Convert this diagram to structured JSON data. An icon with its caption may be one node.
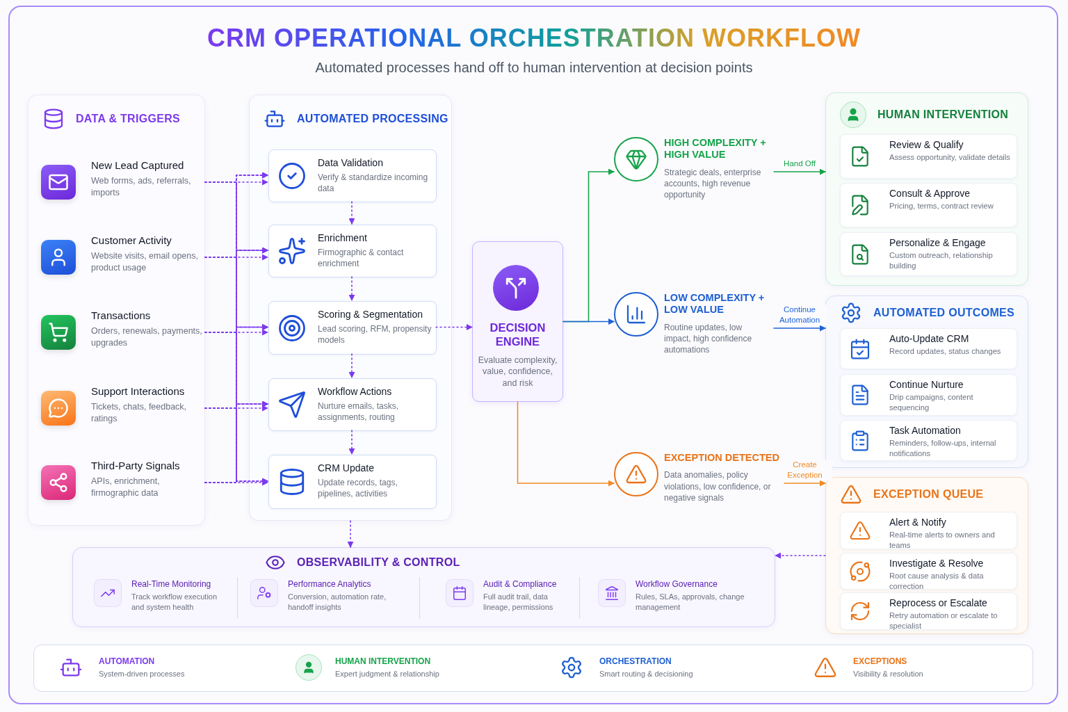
{
  "diagram": {
    "title": "CRM OPERATIONAL ORCHESTRATION WORKFLOW",
    "nodes": [
      {
        "text": [
          "DATA & TRIGGERS"
        ]
      },
      {
        "text": [
          "New Lead Captured",
          "Web forms, ads, referrals, imports"
        ],
        "in": 0
      },
      {
        "text": [
          "Customer Activity",
          "Website visits, email opens, product usage"
        ],
        "in": 0
      },
      {
        "text": [
          "Transactions",
          "Orders, renewals, payments, upgrades"
        ],
        "in": 0
      },
      {
        "text": [
          "Support Interactions",
          "Tickets, chats, feedback, ratings"
        ],
        "in": 0
      },
      {
        "text": [
          "Third-Party Signals",
          "APIs, enrichment, firmographic data"
        ],
        "in": 0
      },
      {
        "text": [
          "AUTOMATED PROCESSING"
        ]
      },
      {
        "text": [
          "Data Validation",
          "Verify & standardize incoming data"
        ],
        "in": 6
      },
      {
        "text": [
          "Enrichment",
          "Firmographic & contact enrichment"
        ],
        "in": 6
      },
      {
        "text": [
          "Scoring & Segmentation",
          "Lead scoring, RFM, propensity models"
        ],
        "in": 6
      },
      {
        "text": [
          "Workflow Actions",
          "Nurture emails, tasks, assignments, routing"
        ],
        "in": 6
      },
      {
        "text": [
          "CRM Update",
          "Update records, tags, pipelines, activities"
        ],
        "in": 6
      },
      {
        "text": [
          "DECISION ENGINE",
          "Evaluate complexity, value, confidence, and risk"
        ]
      },
      {
        "text": [
          "HIGH COMPLEXITY + HIGH VALUE",
          "Strategic deals, enterprise accounts, high revenue opportunity"
        ]
      },
      {
        "text": [
          "LOW COMPLEXITY + LOW VALUE",
          "Routine updates, low impact, high confidence automations"
        ]
      },
      {
        "text": [
          "EXCEPTION DETECTED",
          "Data anomalies, policy violations, low confidence, or negative signals"
        ]
      },
      {
        "text": [
          "HUMAN INTERVENTION"
        ]
      },
      {
        "text": [
          "Review & Qualify",
          "Assess opportunity, validate details"
        ],
        "in": 16
      },
      {
        "text": [
          "Consult & Approve",
          "Pricing, terms, contract review"
        ],
        "in": 16
      },
      {
        "text": [
          "Personalize & Engage",
          "Custom outreach, relationship building"
        ],
        "in": 16
      },
      {
        "text": [
          "AUTOMATED OUTCOMES"
        ]
      },
      {
        "text": [
          "Auto-Update CRM",
          "Record updates, status changes"
        ],
        "in": 20
      },
      {
        "text": [
          "Continue Nurture",
          "Drip campaigns, content sequencing"
        ],
        "in": 20
      },
      {
        "text": [
          "Task Automation",
          "Reminders, follow-ups, internal notifications"
        ],
        "in": 20
      },
      {
        "text": [
          "EXCEPTION QUEUE"
        ]
      },
      {
        "text": [
          "Alert & Notify",
          "Real-time alerts to owners and teams"
        ],
        "in": 24
      },
      {
        "text": [
          "Investigate & Resolve",
          "Root cause analysis & data correction"
        ],
        "in": 24
      },
      {
        "text": [
          "Reprocess or Escalate",
          "Retry automation or escalate to specialist"
        ],
        "in": 24
      },
      {
        "text": [
          "OBSERVABILITY & CONTROL"
        ]
      },
      {
        "text": [
          "Real-Time Monitoring",
          "Track workflow execution and system health"
        ],
        "in": 28
      },
      {
        "text": [
          "Performance Analytics",
          "Conversion, automation rate, handoff insights"
        ],
        "in": 28
      },
      {
        "text": [
          "Audit & Compliance",
          "Full audit trail, data lineage, permissions"
        ],
        "in": 28
      },
      {
        "text": [
          "Workflow Governance",
          "Rules, SLAs, approvals, change management"
        ],
        "in": 28
      }
    ],
    "edges": [
      {
        "from": 1,
        "to": 7,
        "arrow": "to",
        "style": "dashed"
      },
      {
        "from": 1,
        "to": 8,
        "arrow": "to",
        "style": "dashed"
      },
      {
        "from": 1,
        "to": 9,
        "arrow": "to",
        "style": "dashed"
      },
      {
        "from": 1,
        "to": 10,
        "arrow": "to",
        "style": "dashed"
      },
      {
        "from": 1,
        "to": 11,
        "arrow": "to",
        "style": "dashed"
      },
      {
        "from": 2,
        "to": 7,
        "arrow": "to",
        "style": "dashed"
      },
      {
        "from": 2,
        "to": 8,
        "arrow": "to",
        "style": "dashed"
      },
      {
        "from": 2,
        "to": 9,
        "arrow": "to",
        "style": "dashed"
      },
      {
        "from": 2,
        "to": 10,
        "arrow": "to",
        "style": "dashed"
      },
      {
        "from": 2,
        "to": 11,
        "arrow": "to",
        "style": "dashed"
      },
      {
        "from": 3,
        "to": 7,
        "arrow": "to",
        "style": "dashed"
      },
      {
        "from": 3,
        "to": 8,
        "arrow": "to",
        "style": "dashed"
      },
      {
        "from": 3,
        "to": 9,
        "arrow": "to",
        "style": "dashed"
      },
      {
        "from": 3,
        "to": 10,
        "arrow": "to",
        "style": "dashed"
      },
      {
        "from": 3,
        "to": 11,
        "arrow": "to",
        "style": "dashed"
      },
      {
        "from": 4,
        "to": 7,
        "arrow": "to",
        "style": "dashed"
      },
      {
        "from": 4,
        "to": 8,
        "arrow": "to",
        "style": "dashed"
      },
      {
        "from": 4,
        "to": 9,
        "arrow": "to",
        "style": "dashed"
      },
      {
        "from": 4,
        "to": 10,
        "arrow": "to",
        "style": "dashed"
      },
      {
        "from": 4,
        "to": 11,
        "arrow": "to",
        "style": "dashed"
      },
      {
        "from": 5,
        "to": 7,
        "arrow": "to",
        "style": "dashed"
      },
      {
        "from": 5,
        "to": 8,
        "arrow": "to",
        "style": "dashed"
      },
      {
        "from": 5,
        "to": 9,
        "arrow": "to",
        "style": "dashed"
      },
      {
        "from": 5,
        "to": 10,
        "arrow": "to",
        "style": "dashed"
      },
      {
        "from": 5,
        "to": 11,
        "arrow": "to",
        "style": "dashed"
      },
      {
        "from": 7,
        "to": 8,
        "arrow": "to",
        "style": "dashed"
      },
      {
        "from": 8,
        "to": 9,
        "arrow": "to",
        "style": "dashed"
      },
      {
        "from": 9,
        "to": 10,
        "arrow": "to",
        "style": "dashed"
      },
      {
        "from": 10,
        "to": 11,
        "arrow": "to",
        "style": "dashed"
      },
      {
        "from": 9,
        "to": 12,
        "arrow": "to",
        "style": "dashed"
      },
      {
        "from": 12,
        "to": 13,
        "arrow": "to",
        "color": "#16a34a"
      },
      {
        "from": 12,
        "to": 14,
        "arrow": "to",
        "color": "#1d63d8"
      },
      {
        "from": 12,
        "to": 15,
        "arrow": "to",
        "color": "#f08a24"
      },
      {
        "from": 13,
        "to": 16,
        "arrow": "to",
        "label": "Hand Off",
        "color": "#16a34a"
      },
      {
        "from": 14,
        "to": 20,
        "arrow": "to",
        "label": "Continue Automation",
        "color": "#1d63d8"
      },
      {
        "from": 15,
        "to": 24,
        "arrow": "to",
        "label": "Create Exception",
        "color": "#f08a24"
      },
      {
        "from": 6,
        "to": 28,
        "arrow": "to",
        "style": "dashed"
      },
      {
        "from": 24,
        "to": 28,
        "arrow": "to",
        "style": "dashed"
      }
    ],
    "labels": [
      "Automated processes hand off to human intervention at decision points",
      "System-driven processes",
      "Expert judgment & relationship",
      "Smart routing & decisioning",
      "Visibility & resolution"
    ],
    "legend": [
      {
        "text": "AUTOMATION"
      },
      {
        "text": "HUMAN INTERVENTION"
      },
      {
        "text": "ORCHESTRATION"
      },
      {
        "text": "EXCEPTIONS"
      }
    ]
  }
}
